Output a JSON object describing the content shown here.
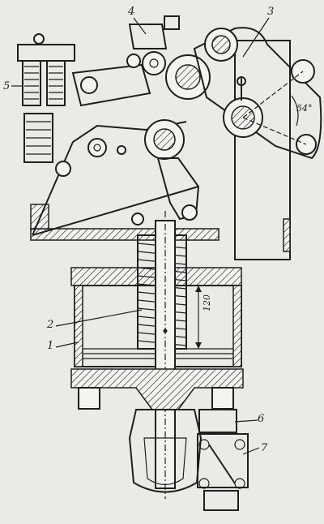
{
  "labels": {
    "l1": "1",
    "l2": "2",
    "l3": "3",
    "l4": "4",
    "l5": "5",
    "l6": "6",
    "l7": "7"
  },
  "dimensions": {
    "spring_height": "120",
    "angle": "54°"
  }
}
